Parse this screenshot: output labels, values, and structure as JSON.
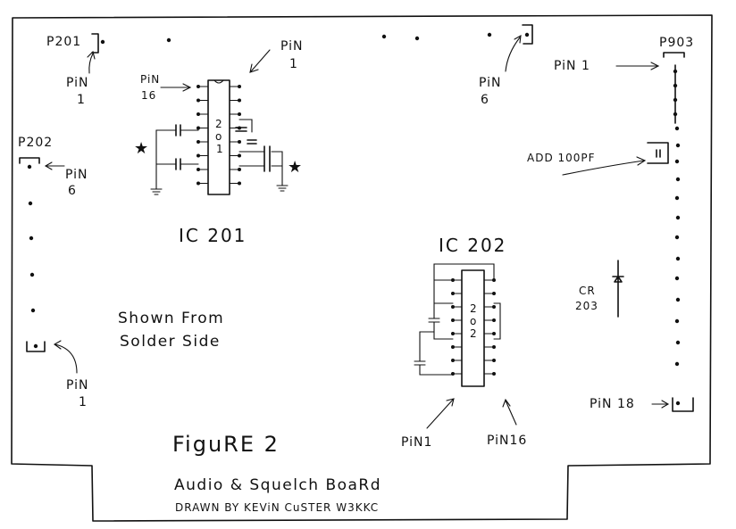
{
  "connectors": {
    "p201": {
      "label": "P201"
    },
    "p202": {
      "label": "P202"
    },
    "p903": {
      "label": "P903"
    }
  },
  "pin_labels": {
    "p201_pin1": {
      "word": "PiN",
      "num": "1"
    },
    "p202_pin6": {
      "word": "PiN",
      "num": "6"
    },
    "p202_pin1": {
      "word": "PiN",
      "num": "1"
    },
    "top_pin6": {
      "word": "PiN",
      "num": "6"
    },
    "p903_pin1": {
      "text": "PiN 1"
    },
    "p903_pin18": {
      "text": "PiN 18"
    },
    "ic201_pin1": {
      "word": "PiN",
      "num": "1"
    },
    "ic201_pin16": {
      "word": "PiN",
      "num": "16"
    },
    "ic202_pin1": {
      "text": "PiN1"
    },
    "ic202_pin16": {
      "text": "PiN16"
    }
  },
  "ic201": {
    "label": "IC 201",
    "chip_text": [
      "2",
      "o",
      "1"
    ]
  },
  "ic202": {
    "label": "IC 202",
    "chip_text": [
      "2",
      "o",
      "2"
    ]
  },
  "cr203": {
    "line1": "CR",
    "line2": "203"
  },
  "notes": {
    "add_cap": "ADD 100PF",
    "shown_line1": "Shown From",
    "shown_line2": "Solder Side",
    "star": "★"
  },
  "caption": {
    "figure": "FiguRE 2",
    "title": "Audio & Squelch BoaRd",
    "credit": "DRAWN BY KEViN CuSTER W3KKC"
  }
}
